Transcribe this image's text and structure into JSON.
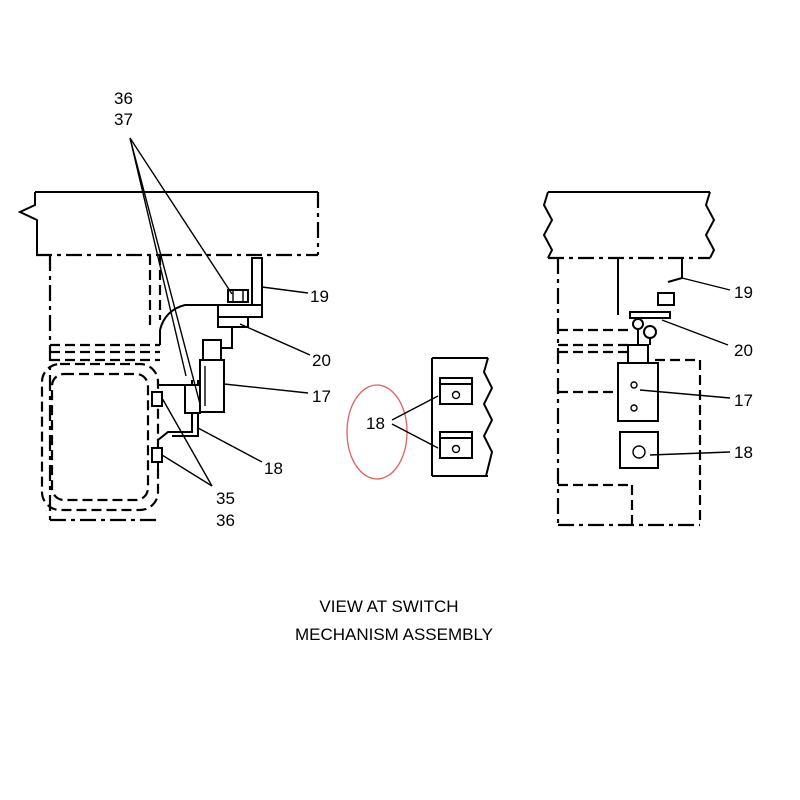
{
  "labels": {
    "l36a": "36",
    "l37": "37",
    "l19a": "19",
    "l20a": "20",
    "l17a": "17",
    "l18a": "18",
    "l35": "35",
    "l36b": "36",
    "l18c": "18",
    "l19b": "19",
    "l20b": "20",
    "l17b": "17",
    "l18b": "18"
  },
  "caption": {
    "line1": "VIEW AT SWITCH",
    "line2": "MECHANISM ASSEMBLY"
  },
  "colors": {
    "highlight_circle": "#e06060"
  }
}
